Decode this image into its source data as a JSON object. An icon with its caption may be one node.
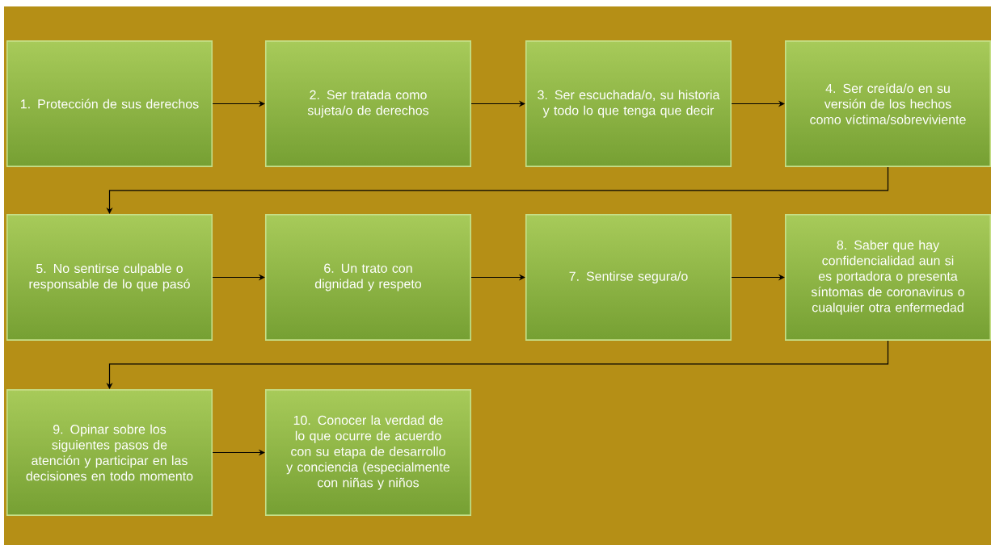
{
  "diagram": {
    "nodes": [
      {
        "text": [
          "1. Protección de sus derechos"
        ]
      },
      {
        "text": [
          "2. Ser tratada como sujeta/o de derechos"
        ]
      },
      {
        "text": [
          "3. Ser escuchada/o, su historia y todo lo que tenga que decir"
        ]
      },
      {
        "text": [
          "4. Ser creída/o en su versión de los hechos como víctima/sobreviviente"
        ]
      },
      {
        "text": [
          "5. No sentirse culpable o responsable de lo que pasó"
        ]
      },
      {
        "text": [
          "6. Un trato con dignidad y respeto"
        ]
      },
      {
        "text": [
          "7. Sentirse segura/o"
        ]
      },
      {
        "text": [
          "8. Saber que hay confidencialidad aun si es portadora o presenta síntomas de coronavirus o cualquier otra enfermedad"
        ]
      },
      {
        "text": [
          "9. Opinar sobre los siguientes pasos de atención y participar en las decisiones en todo momento"
        ]
      },
      {
        "text": [
          "10. Conocer la verdad de lo que ocurre de acuerdo con su etapa de desarrollo y conciencia (especialmente con niñas y niños"
        ]
      }
    ],
    "edges": [
      {
        "from": 0,
        "to": 1,
        "arrow": "to"
      },
      {
        "from": 1,
        "to": 2,
        "arrow": "to"
      },
      {
        "from": 2,
        "to": 3,
        "arrow": "to"
      },
      {
        "from": 3,
        "to": 4,
        "arrow": "to"
      },
      {
        "from": 4,
        "to": 5,
        "arrow": "to"
      },
      {
        "from": 5,
        "to": 6,
        "arrow": "to"
      },
      {
        "from": 6,
        "to": 7,
        "arrow": "to"
      },
      {
        "from": 7,
        "to": 8,
        "arrow": "to"
      },
      {
        "from": 8,
        "to": 9,
        "arrow": "to"
      }
    ]
  }
}
